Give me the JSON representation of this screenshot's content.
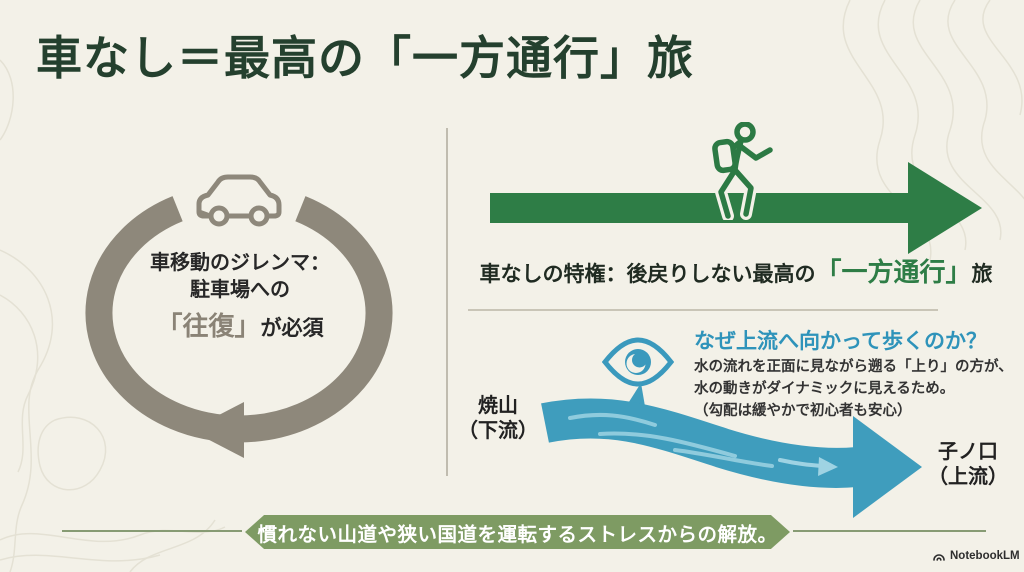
{
  "title": "車なし＝最高の「一方通行」旅",
  "left_panel": {
    "icon": "car-icon",
    "line1": "車移動のジレンマ：",
    "line2": "駐車場への",
    "highlight": "「往復」",
    "line3_rest": "が必須",
    "loop_color": "#8e887b"
  },
  "right_top": {
    "icon": "hiker-icon",
    "arrow_color": "#2e7d46",
    "caption_prefix": "車なしの特権：後戻りしない最高の",
    "caption_highlight": "「一方通行」",
    "caption_suffix": "旅"
  },
  "right_bottom": {
    "icon": "eye-icon",
    "heading": "なぜ上流へ向かって歩くのか？",
    "body_line1": "水の流れを正面に見ながら遡る「上り」の方が、",
    "body_line2": "水の動きがダイナミックに見えるため。",
    "body_line3": "（勾配は緩やかで初心者も安心）",
    "start_label_line1": "焼山",
    "start_label_line2": "（下流）",
    "end_label_line1": "子ノ口",
    "end_label_line2": "（上流）",
    "river_color": "#3f9dbd",
    "heading_color": "#2e93ba"
  },
  "footer": {
    "banner_text": "慣れない山道や狭い国道を運転するストレスからの解放。",
    "banner_color": "#7e9b63",
    "logo_icon": "notebooklm-logo-icon",
    "logo_text": "NotebookLM"
  },
  "colors": {
    "background": "#f3f1e8",
    "title_green": "#24402e",
    "accent_green": "#2e7d46",
    "accent_blue": "#3f9dbd",
    "loop_taupe": "#8e887b",
    "banner_green": "#7e9b63"
  }
}
